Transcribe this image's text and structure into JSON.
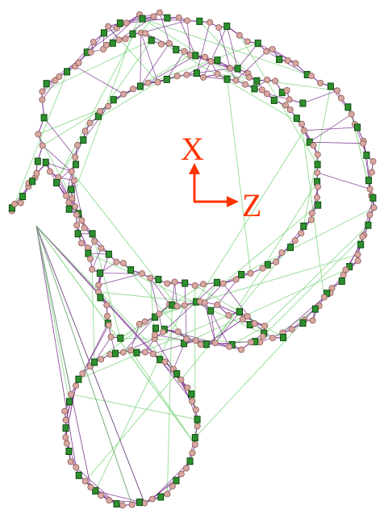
{
  "figure": {
    "background": "#ffffff",
    "colors": {
      "trajectory_edge": "#7a2f8f",
      "constraint_edge": "#7fd67f",
      "pose_node_fill": "#d9a7a1",
      "pose_node_stroke": "#8a5a55",
      "landmark_fill": "#2f8f2f",
      "landmark_stroke": "#0b4a0b",
      "axis_color": "#ff3300"
    },
    "node_types": [
      "pose-node",
      "landmark-node"
    ],
    "axes": {
      "x_label": "X",
      "z_label": "Z"
    }
  }
}
